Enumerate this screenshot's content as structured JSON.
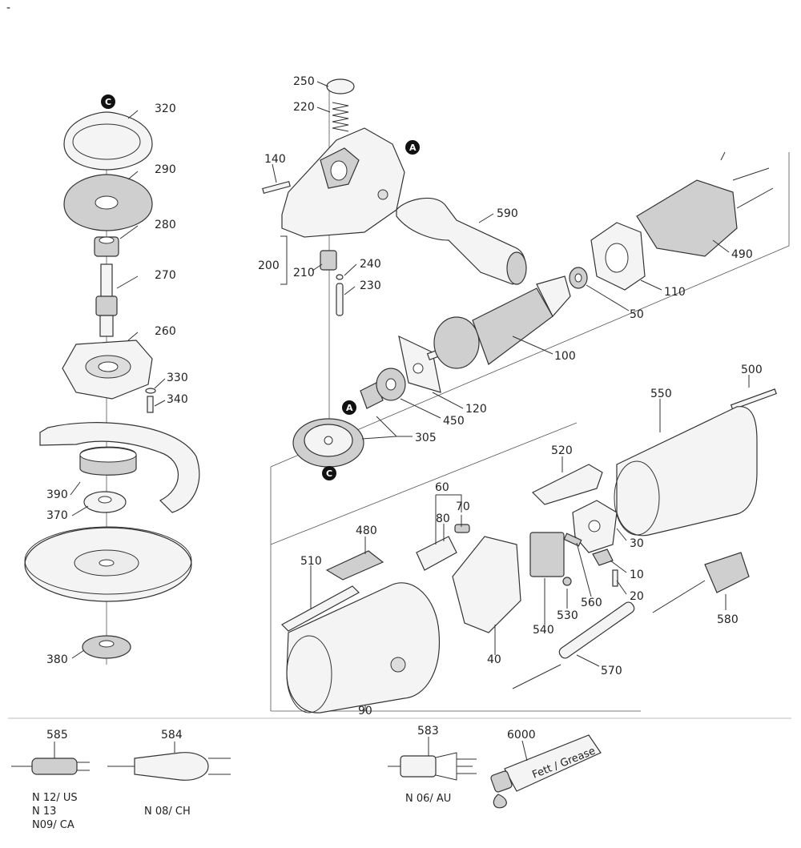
{
  "corner_mark": "-",
  "part_numbers": {
    "p320": "320",
    "p290": "290",
    "p280": "280",
    "p270": "270",
    "p260": "260",
    "p330": "330",
    "p340": "340",
    "p390": "390",
    "p370": "370",
    "p380": "380",
    "p250": "250",
    "p220": "220",
    "p140": "140",
    "p200": "200",
    "p210": "210",
    "p240": "240",
    "p230": "230",
    "p590": "590",
    "p490": "490",
    "p110": "110",
    "p50": "50",
    "p100": "100",
    "p120": "120",
    "p450": "450",
    "p305": "305",
    "p500": "500",
    "p550": "550",
    "p520": "520",
    "p60": "60",
    "p70": "70",
    "p80": "80",
    "p480": "480",
    "p510": "510",
    "p30": "30",
    "p10": "10",
    "p20": "20",
    "p560": "560",
    "p530": "530",
    "p540": "540",
    "p40": "40",
    "p580": "580",
    "p570": "570",
    "p90": "90",
    "p585": "585",
    "p584": "584",
    "p583": "583",
    "p6000": "6000"
  },
  "markers": {
    "a": "A",
    "c": "C"
  },
  "plug_variants": {
    "v585_line1": "N 12/ US",
    "v585_line2": "N 13",
    "v585_line3": "N09/ CA",
    "v584": "N 08/ CH",
    "v583": "N 06/ AU"
  },
  "grease_tube_text": "Fett / Grease"
}
